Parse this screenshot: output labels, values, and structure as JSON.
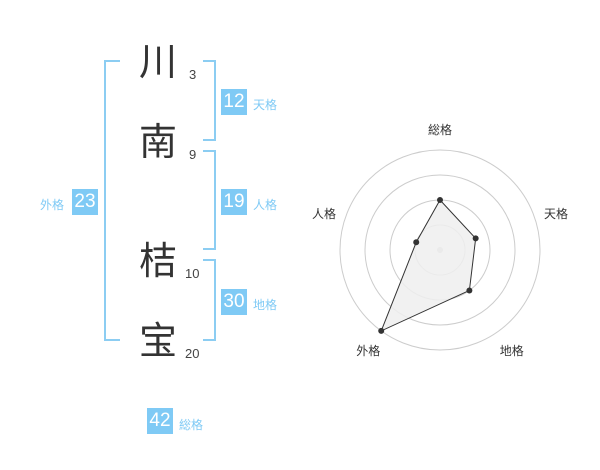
{
  "name": {
    "chars": [
      {
        "char": "川",
        "strokes": "3"
      },
      {
        "char": "南",
        "strokes": "9"
      },
      {
        "char": "桔",
        "strokes": "10"
      },
      {
        "char": "宝",
        "strokes": "20"
      }
    ]
  },
  "kaku": {
    "tenkaku": {
      "label": "天格",
      "value": "12"
    },
    "jinkaku": {
      "label": "人格",
      "value": "19"
    },
    "chikaku": {
      "label": "地格",
      "value": "30"
    },
    "gaikaku": {
      "label": "外格",
      "value": "23"
    },
    "soukaku": {
      "label": "総格",
      "value": "42"
    }
  },
  "chart_data": {
    "type": "radar",
    "axes": [
      "総格",
      "天格",
      "地格",
      "外格",
      "人格"
    ],
    "values": [
      2.0,
      1.5,
      2.0,
      4.0,
      1.0
    ],
    "rings": 4,
    "max": 4,
    "colors": {
      "fill": "#efefef",
      "line": "#333333",
      "grid": "#cccccc",
      "accent": "#7fcaf5"
    }
  }
}
